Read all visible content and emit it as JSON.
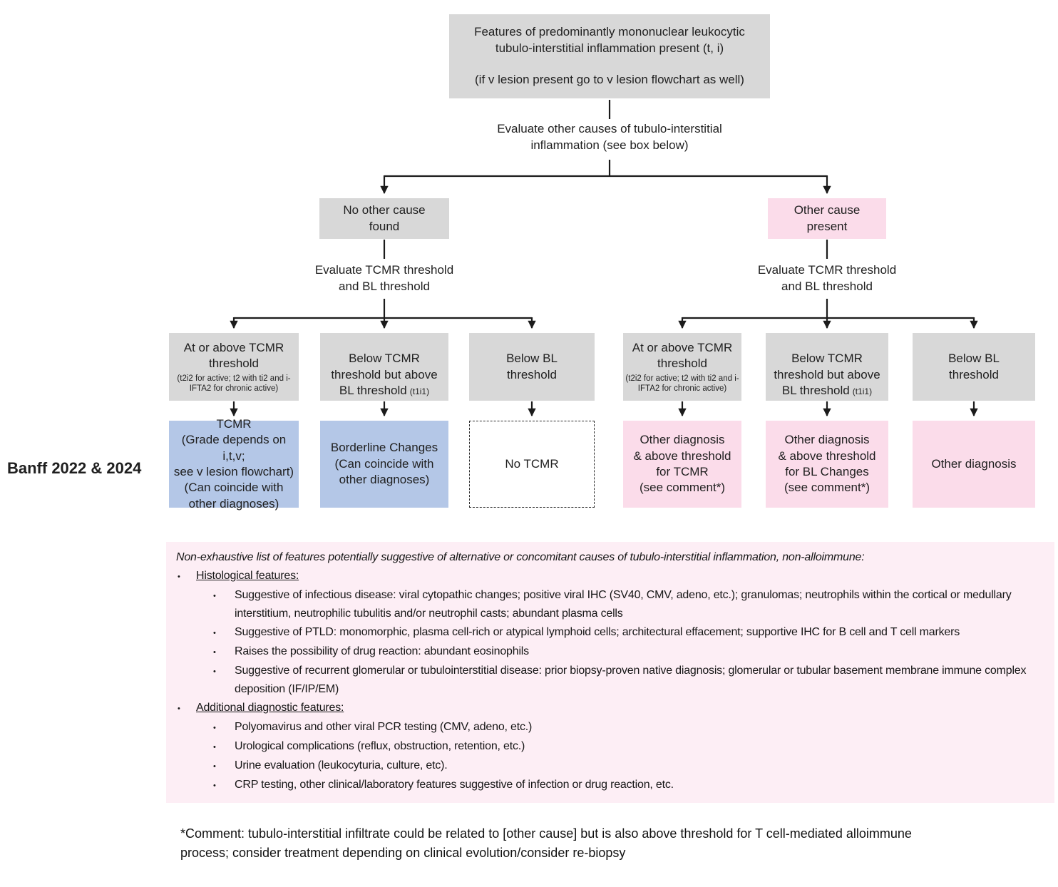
{
  "title_label": "Banff 2022 & 2024",
  "colors": {
    "gray_box": "#d8d8d8",
    "pink_box": "#fbdcea",
    "panel_pink": "#fdeef5",
    "blue_box": "#b4c7e7",
    "line": "#1b1b1b"
  },
  "flow": {
    "top_box": [
      "Features of predominantly mononuclear leukocytic",
      "tubulo-interstitial inflammation present (t, i)",
      "",
      "(if v lesion present go to v lesion flowchart as well)"
    ],
    "evaluate_other_causes": [
      "Evaluate other causes of tubulo-interstitial",
      "inflammation (see box below)"
    ],
    "left": {
      "cause": [
        "No other cause",
        "found"
      ],
      "evaluate": [
        "Evaluate TCMR threshold",
        "and BL threshold"
      ],
      "thresholds": [
        {
          "main": [
            "At or above TCMR",
            "threshold"
          ],
          "sub": [
            "(t2i2 for active; t2 with ti2 and i-",
            "IFTA2 for chronic active)"
          ]
        },
        {
          "main": [
            "Below TCMR",
            "threshold but above",
            "BL threshold"
          ],
          "sub": "(t1i1)"
        },
        {
          "main": [
            "Below BL",
            "threshold"
          ]
        }
      ],
      "outcomes": [
        [
          "TCMR",
          "(Grade depends on i,t,v;",
          "see v lesion flowchart)",
          "(Can coincide with",
          "other diagnoses)"
        ],
        [
          "Borderline Changes",
          "(Can coincide with",
          "other diagnoses)"
        ],
        [
          "No TCMR"
        ]
      ]
    },
    "right": {
      "cause": [
        "Other cause",
        "present"
      ],
      "evaluate": [
        "Evaluate TCMR threshold",
        "and BL threshold"
      ],
      "thresholds": [
        {
          "main": [
            "At or above TCMR",
            "threshold"
          ],
          "sub": [
            "(t2i2 for active; t2 with ti2 and i-",
            "IFTA2 for chronic active)"
          ]
        },
        {
          "main": [
            "Below TCMR",
            "threshold but above",
            "BL threshold"
          ],
          "sub": "(t1i1)"
        },
        {
          "main": [
            "Below BL",
            "threshold"
          ]
        }
      ],
      "outcomes": [
        [
          "Other diagnosis",
          "& above threshold",
          "for TCMR",
          "(see comment*)"
        ],
        [
          "Other diagnosis",
          "& above threshold",
          "for BL Changes",
          "(see comment*)"
        ],
        [
          "Other diagnosis"
        ]
      ]
    }
  },
  "panel": {
    "title": "Non-exhaustive list of features potentially suggestive of alternative or concomitant causes of tubulo-interstitial inflammation, non-alloimmune:",
    "sections": [
      {
        "header": "Histological features:",
        "items": [
          "Suggestive of infectious disease: viral cytopathic changes; positive viral IHC (SV40, CMV, adeno, etc.); granulomas; neutrophils within the cortical or medullary interstitium, neutrophilic tubulitis and/or neutrophil casts; abundant plasma cells",
          "Suggestive of PTLD: monomorphic, plasma cell-rich or atypical lymphoid cells; architectural effacement; supportive IHC for B cell and T cell markers",
          "Raises the possibility of drug reaction: abundant eosinophils",
          "Suggestive of recurrent glomerular or tubulointerstitial disease: prior biopsy-proven native diagnosis; glomerular or tubular basement membrane immune complex deposition (IF/IP/EM)"
        ]
      },
      {
        "header": "Additional diagnostic features:",
        "items": [
          "Polyomavirus and other viral PCR testing (CMV, adeno, etc.)",
          "Urological complications (reflux, obstruction, retention, etc.)",
          "Urine evaluation (leukocyturia, culture, etc).",
          "CRP testing, other clinical/laboratory features suggestive of infection or drug reaction, etc."
        ]
      }
    ]
  },
  "comment": [
    "*Comment: tubulo-interstitial infiltrate could be related to [other cause] but is also above threshold for T cell-mediated alloimmune",
    "process; consider treatment depending on clinical evolution/consider re-biopsy"
  ]
}
